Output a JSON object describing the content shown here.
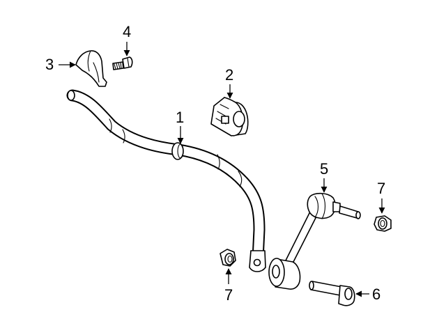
{
  "callouts": {
    "c1": "1",
    "c2": "2",
    "c3": "3",
    "c4": "4",
    "c5": "5",
    "c6": "6",
    "c7a": "7",
    "c7b": "7"
  },
  "colors": {
    "line": "#000000",
    "background": "#ffffff"
  }
}
